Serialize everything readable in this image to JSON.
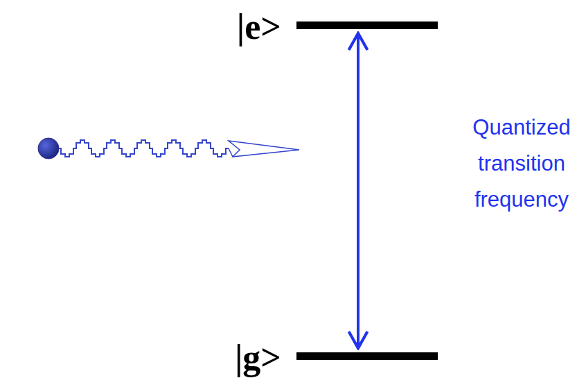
{
  "diagram": {
    "nodes": [
      {
        "text": [
          "|e>"
        ]
      },
      {
        "text": [
          "|g>"
        ]
      }
    ],
    "edges": [
      {
        "from": 1,
        "to": 0,
        "arrow": "both",
        "label": "Quantized transition frequency"
      }
    ]
  }
}
